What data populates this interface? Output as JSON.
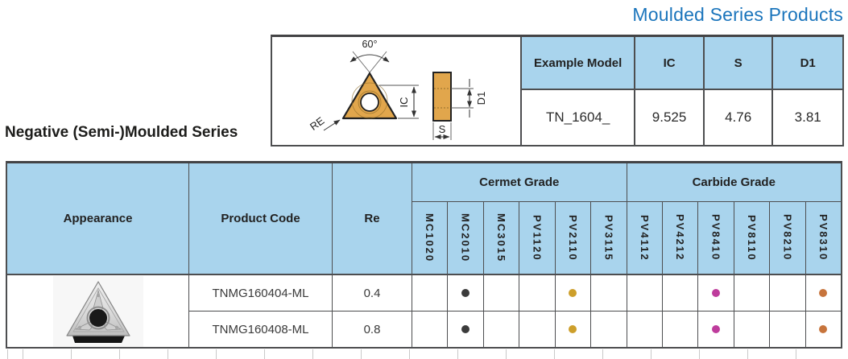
{
  "page_title": "Moulded Series Products",
  "section_title": "Negative (Semi-)Moulded Series",
  "colors": {
    "title_blue": "#1b75bc",
    "header_blue": "#a9d4ed",
    "insert_gold": "#e1a64c",
    "dot_black": "#3b3b3b",
    "dot_gold": "#cd9f2b",
    "dot_magenta": "#be3c9c",
    "dot_orange": "#c7743c"
  },
  "diagram": {
    "angle_label": "60°",
    "re_label": "RE",
    "ic_label": "IC",
    "s_label": "S",
    "d1_label": "D1"
  },
  "example_table": {
    "headers": [
      "Example Model",
      "IC",
      "S",
      "D1"
    ],
    "row": [
      "TN_1604_",
      "9.525",
      "4.76",
      "3.81"
    ]
  },
  "table": {
    "headers": {
      "appearance": "Appearance",
      "product_code": "Product Code",
      "re": "Re"
    },
    "groups": [
      {
        "label": "Cermet Grade"
      },
      {
        "label": "Carbide Grade"
      }
    ],
    "grade_columns": [
      "MC1020",
      "MC2010",
      "MC3015",
      "PV1120",
      "PV2110",
      "PV3115",
      "PV4112",
      "PV4212",
      "PV8410",
      "PV8110",
      "PV8210",
      "PV8310"
    ],
    "rows": [
      {
        "code": "TNMG160404-ML",
        "re": "0.4",
        "dots": [
          {
            "col": "MC2010",
            "color": "dot_black"
          },
          {
            "col": "PV2110",
            "color": "dot_gold"
          },
          {
            "col": "PV8410",
            "color": "dot_magenta"
          },
          {
            "col": "PV8310",
            "color": "dot_orange"
          }
        ]
      },
      {
        "code": "TNMG160408-ML",
        "re": "0.8",
        "dots": [
          {
            "col": "MC2010",
            "color": "dot_black"
          },
          {
            "col": "PV2110",
            "color": "dot_gold"
          },
          {
            "col": "PV8410",
            "color": "dot_magenta"
          },
          {
            "col": "PV8310",
            "color": "dot_orange"
          }
        ]
      }
    ]
  }
}
